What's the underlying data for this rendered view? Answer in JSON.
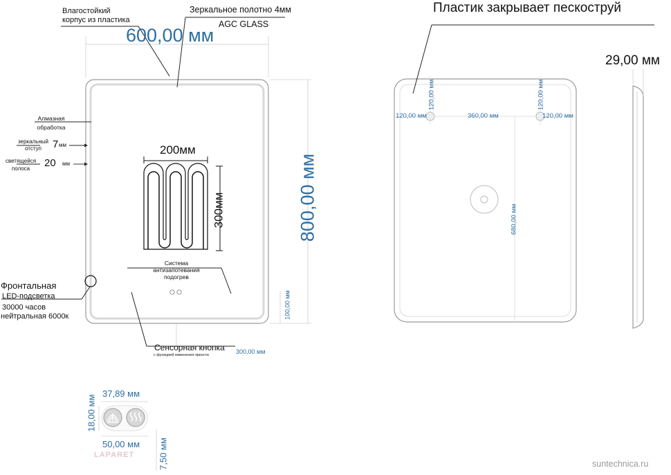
{
  "front": {
    "width_label": "600,00 мм",
    "height_label": "800,00 мм",
    "housing_label": "Влагостойкий\nкорпус из пластика",
    "mirror_label": "Зеркальное  полотно 4мм",
    "glass_label": "AGC GLASS",
    "diamond_label": "Алмазная\nобработка",
    "mirror_margin_label": "зеркальный\nотступ",
    "mirror_margin_value": "7",
    "mirror_margin_unit": "мм",
    "light_strip_label": "светящейся\nполоса",
    "light_strip_value": "20",
    "light_strip_unit": "мм",
    "heater_width": "200мм",
    "heater_height": "300мм",
    "antifog_label": "Система\nантизапотевания\nподогрев",
    "led_title": "Фронтальная",
    "led_sub": "LED-подсветка",
    "led_hours": "30000 часов",
    "led_temp": "нейтральная 6000к",
    "sensor_label": "Сенсорная кнопка",
    "sensor_sub": "с функцией изменения яркости",
    "sensor_x": "300,00 мм",
    "sensor_y": "100,00 мм"
  },
  "back": {
    "title": "Пластик закрывает пескоструй",
    "left_offset": "120,00 мм",
    "center_span": "360,00 мм",
    "right_offset": "120,00 мм",
    "top_left_offset": "120,00 мм",
    "top_right_offset": "120,00 мм",
    "vertical_span": "680,00 мм"
  },
  "side": {
    "depth_label": "29,00 мм"
  },
  "button": {
    "width_label": "37,89 мм",
    "height_label": "18,00 мм",
    "outer_width_label": "50,00 мм",
    "outer_height_label": "7,50 мм",
    "brand": "LAPARET"
  },
  "watermark": "suntechnica.ru"
}
